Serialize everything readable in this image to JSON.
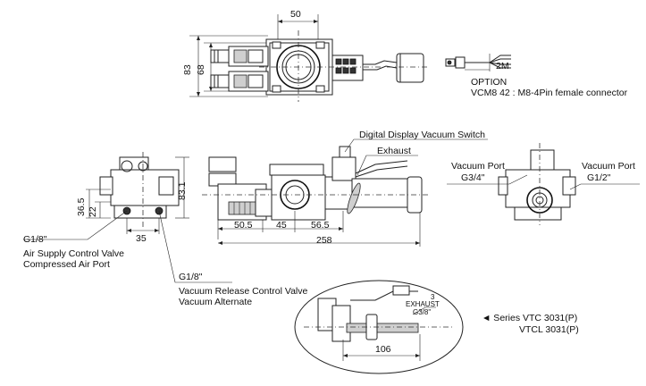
{
  "dimensions": {
    "top_width": "50",
    "top_height_outer": "83",
    "top_height_inner": "68",
    "side_h_365": "36.5",
    "side_h_22": "22",
    "side_h_831": "83.1",
    "side_w_35": "35",
    "front_505": "50.5",
    "front_45": "45",
    "front_565": "56.5",
    "front_258": "258",
    "connector_2m": "2M",
    "option_106": "106"
  },
  "labels": {
    "option_title": "OPTION",
    "option_desc": "VCM8 42 : M8-4Pin female connector",
    "digital_switch": "Digital Display Vacuum Switch",
    "exhaust": "Exhaust",
    "vacuum_port_left": "Vacuum Port",
    "vacuum_port_left_size": "G3/4\"",
    "vacuum_port_right": "Vacuum Port",
    "vacuum_port_right_size": "G1/2\"",
    "g18_left": "G1/8\"",
    "air_supply_1": "Air Supply Control Valve",
    "air_supply_2": "Compressed Air Port",
    "g18_bottom": "G1/8\"",
    "vacuum_release_1": "Vacuum Release Control Valve",
    "vacuum_release_2": "Vacuum Alternate",
    "detail_exhaust": "EXHAUST",
    "detail_exhaust_size": "G3/8\"",
    "detail_ref": "3",
    "series_1": "◄ Series VTC 3031(P)",
    "series_2": "VTCL 3031(P)"
  }
}
